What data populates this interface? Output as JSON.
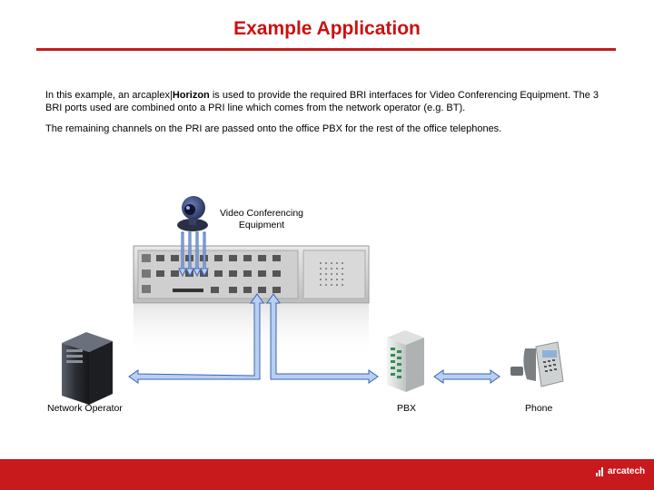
{
  "title": "Example Application",
  "paragraph1": {
    "before": "In this example, an arcaplex|",
    "bold": "Horizon",
    "after": " is used to provide the required BRI interfaces for Video Conferencing Equipment. The 3 BRI ports used are combined onto a PRI line which comes from the network operator (e.g. BT)."
  },
  "paragraph2": "The remaining channels on the PRI are passed onto the office PBX for the rest of the office telephones.",
  "labels": {
    "video_conferencing": "Video Conferencing Equipment",
    "network_operator": "Network Operator",
    "pbx": "PBX",
    "phone": "Phone"
  },
  "footer": {
    "logo_text": "arcatech"
  },
  "colors": {
    "brand_red": "#c8191d",
    "arrow_blue": "#b9cff0",
    "arrow_outline": "#3a64b8"
  },
  "icons": {
    "camera": "webcam-icon",
    "server": "tower-server-icon",
    "pbx": "pbx-cabinet-icon",
    "phone": "desk-phone-icon",
    "device": "arcaplex-horizon-chassis"
  }
}
